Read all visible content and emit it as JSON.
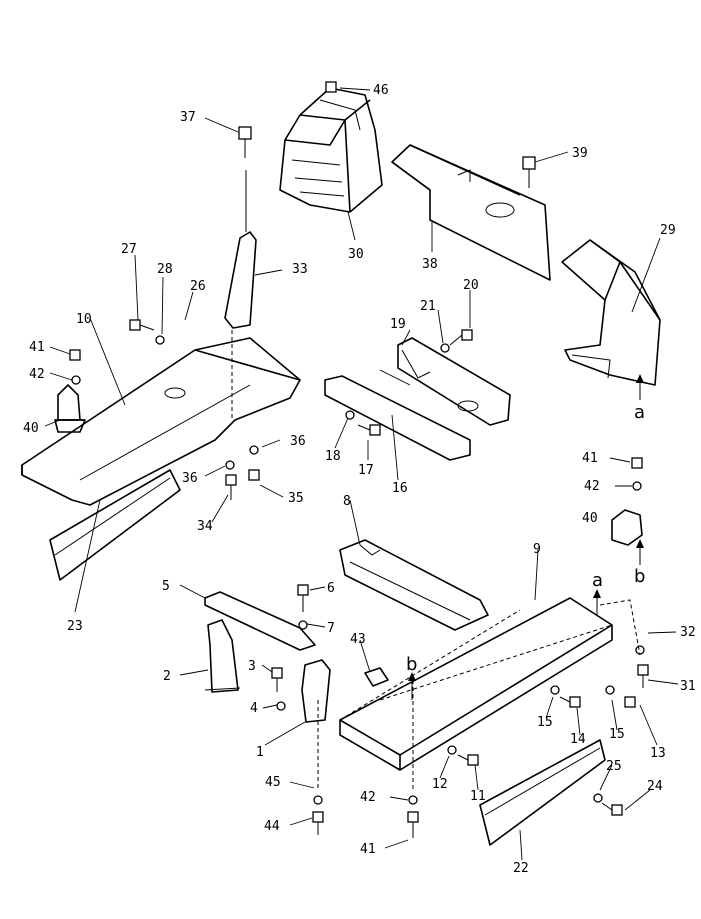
{
  "callouts": [
    "1",
    "2",
    "3",
    "4",
    "5",
    "6",
    "7",
    "8",
    "9",
    "10",
    "11",
    "12",
    "13",
    "14",
    "15",
    "15",
    "16",
    "17",
    "18",
    "19",
    "20",
    "21",
    "22",
    "23",
    "24",
    "25",
    "26",
    "27",
    "28",
    "29",
    "30",
    "31",
    "32",
    "33",
    "34",
    "35",
    "36",
    "36",
    "37",
    "38",
    "39",
    "40",
    "40",
    "41",
    "41",
    "41",
    "42",
    "42",
    "42",
    "43",
    "44",
    "45",
    "46"
  ],
  "ref_marks": [
    "a",
    "a",
    "b",
    "b"
  ]
}
